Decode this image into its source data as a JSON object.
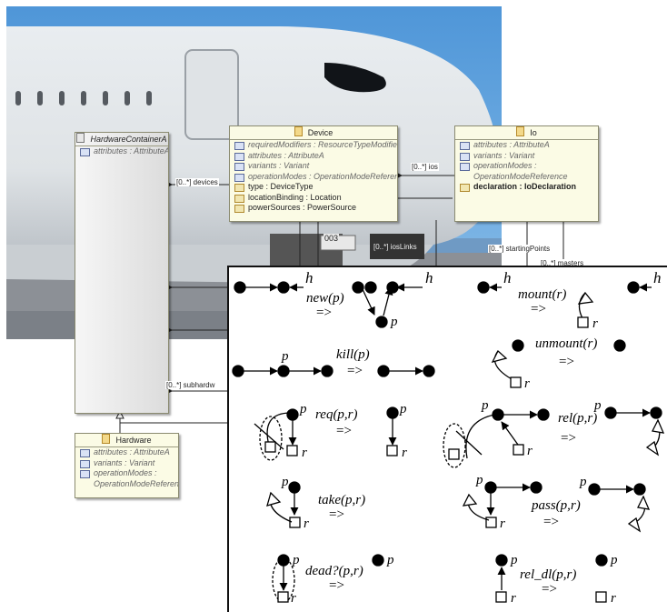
{
  "uml": {
    "hardware_container": {
      "title": "HardwareContainerA",
      "attributes": [
        "attributes : AttributeA"
      ]
    },
    "device": {
      "title": "Device",
      "italic_rows": [
        "requiredModifiers : ResourceTypeModifierLeve",
        "attributes : AttributeA",
        "variants : Variant",
        "operationModes : OperationModeReference"
      ],
      "plain_rows": [
        "type : DeviceType",
        "locationBinding : Location",
        "powerSources : PowerSource"
      ]
    },
    "io": {
      "title": "Io",
      "italic_rows": [
        "attributes : AttributeA",
        "variants : Variant",
        "operationModes :",
        "OperationModeReference"
      ],
      "bold_row": "declaration : IoDeclaration"
    },
    "hardware": {
      "title": "Hardware",
      "rows": [
        "attributes : AttributeA",
        "variants : Variant",
        "operationModes :",
        "OperationModeReference"
      ]
    },
    "labels": {
      "devices": "[0..*] devices",
      "ios": "[0..*] ios",
      "ioslinks": "[0..*] iosLinks",
      "starting_points": "[0..*] startingPoints",
      "masters": "[0..*] masters",
      "subhardw": "[0..*] subhardw",
      "device_number": "003"
    }
  },
  "graph": {
    "ops": [
      "new(p)",
      "mount(r)",
      "kill(p)",
      "unmount(r)",
      "req(p,r)",
      "rel(p,r)",
      "take(p,r)",
      "pass(p,r)",
      "dead?(p,r)",
      "rel_dl(p,r)"
    ],
    "arrow": "=>",
    "p": "p",
    "r": "r",
    "h": "h"
  }
}
